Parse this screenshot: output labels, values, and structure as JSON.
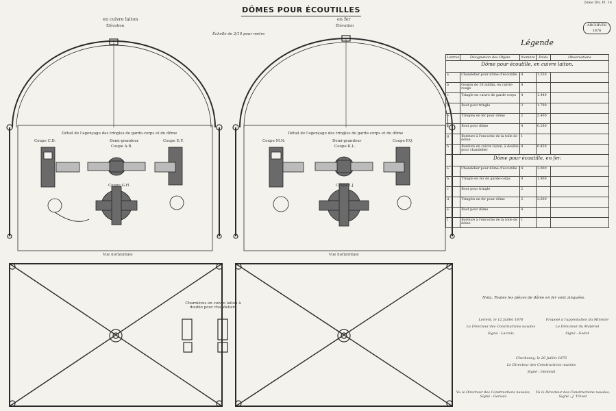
{
  "header": {
    "title": "DÔMES POUR ÉCOUTILLES",
    "plate_ref": "2ème Div. Pl. 14",
    "stamp": [
      "ARCHIVES",
      "1876"
    ]
  },
  "left_drawing": {
    "material": "en cuivre laiton",
    "view": "Élévation",
    "scale": "Échelle de 2/10 pour mètre",
    "detail_title": "Détail de l'agençage des tringles de garde-corps et du dôme",
    "section_cd": "Coupe C.D.",
    "section_ab": "Coupe A.B.",
    "section_ef": "Coupe E.F.",
    "section_gh": "Coupe G.H.",
    "sub_label": "Demi-grandeur",
    "horizontal_view": "Vue horizontale",
    "side_note": "Charnières en cuivre laiton à double pour chandeliers"
  },
  "right_drawing": {
    "material": "en fer",
    "view": "Élévation",
    "detail_title": "Détail de l'agençage des tringles de garde-corps et du dôme",
    "section_mn": "Coupe M.N.",
    "section_kl": "Coupe K.L.",
    "section_ij": "Coupe I.J.",
    "section_pq": "Coupe P.Q.",
    "sub_label": "Demi-grandeur",
    "horizontal_view": "Vue horizontale"
  },
  "legend": {
    "title": "Légende",
    "headers": [
      "Lettres",
      "Désignation des Objets",
      "Nombre",
      "Poids",
      "Observations"
    ],
    "section1_title": "Dôme pour écoutille, en cuivre laiton.",
    "section1_rows": [
      {
        "letter": "a",
        "name": "Chandelier pour dôme d'écoutille",
        "qty": "4",
        "weight": "1.550"
      },
      {
        "letter": "b",
        "name": "Goujon de 16 millim. en cuivre rouge",
        "qty": "4",
        "weight": ""
      },
      {
        "letter": "c",
        "name": "Tringle en cuivre de garde-corps",
        "qty": "4",
        "weight": "1.440"
      },
      {
        "letter": "d",
        "name": "Bout pour tringle",
        "qty": "2",
        "weight": "1.790"
      },
      {
        "letter": "e",
        "name": "Tringles en fer pour dôme",
        "qty": "2",
        "weight": "2.400"
      },
      {
        "letter": "f",
        "name": "Bout pour dôme",
        "qty": "4",
        "weight": "0.280"
      },
      {
        "letter": "g",
        "name": "Bordure à l'encoche de la toile de dôme",
        "qty": "1",
        "weight": ""
      },
      {
        "letter": "h",
        "name": "Bordure en cuivre laiton, à double pour chandelier",
        "qty": "4",
        "weight": "0.450"
      }
    ],
    "section2_title": "Dôme pour écoutille, en fer.",
    "section2_rows": [
      {
        "letter": "a",
        "name": "Chandelier pour dôme d'écoutille",
        "qty": "4",
        "weight": "3.000"
      },
      {
        "letter": "b",
        "name": "Tringle en fer de garde-corps",
        "qty": "4",
        "weight": "1.900"
      },
      {
        "letter": "c",
        "name": "Bout pour tringle",
        "qty": "2",
        "weight": ""
      },
      {
        "letter": "d",
        "name": "Tringles en fer pour dôme",
        "qty": "2",
        "weight": "2.600"
      },
      {
        "letter": "e",
        "name": "Bout pour dôme",
        "qty": "4",
        "weight": ""
      },
      {
        "letter": "f",
        "name": "Bordure à l'encoche de la toile de dôme",
        "qty": "1",
        "weight": ""
      }
    ],
    "note": "Nota. Toutes les pièces de dôme en fer sont zinguées."
  },
  "signatures": {
    "left_date": "Lorient, le 12 Juillet 1876",
    "left_role": "Le Directeur des Constructions navales",
    "left_sign": "Signé : Lacroix",
    "right_date": "Proposé à l'approbation du Ministre",
    "right_role": "Le Directeur du Matériel",
    "right_sign": "Signé : Godet",
    "center_date": "Cherbourg, le 20 Juillet 1876",
    "center_role": "Le Directeur des Constructions navales",
    "center_sign": "Signé : Genteuil",
    "bottom_left": "Vu le Directeur des Constructions navales, Signé : Gervais",
    "bottom_right": "Vu le Directeur des Constructions navales, Signé : J. Trévet"
  }
}
